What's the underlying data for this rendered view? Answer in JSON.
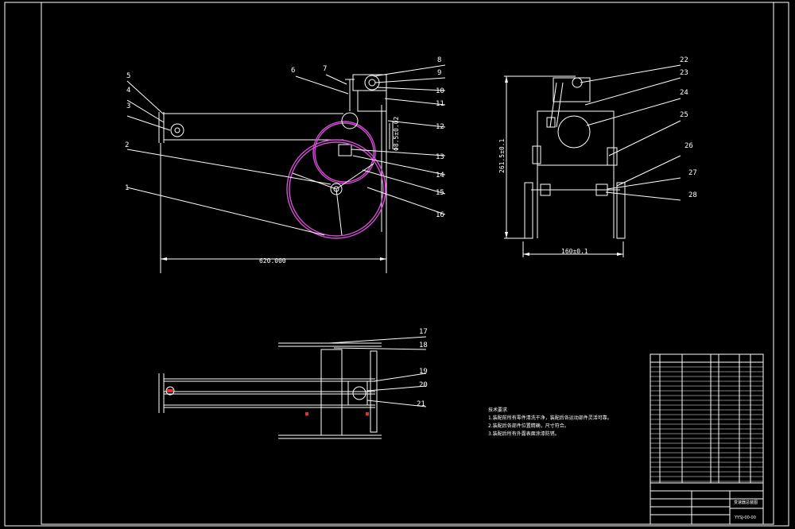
{
  "drawing": {
    "colors": {
      "background": "#000000",
      "lines": "#ffffff",
      "wheels": "#d24fd2",
      "accent": "#e03030"
    },
    "callouts_side_view": [
      "1",
      "2",
      "3",
      "4",
      "5",
      "6",
      "7",
      "8",
      "9",
      "10",
      "11",
      "12",
      "13",
      "14",
      "15",
      "16"
    ],
    "callouts_end_view": [
      "22",
      "23",
      "24",
      "25",
      "26",
      "27",
      "28"
    ],
    "callouts_top_view": [
      "17",
      "18",
      "19",
      "20",
      "21"
    ],
    "dimensions": {
      "overall_length": "620.000",
      "height": "261.5±0.1",
      "width": "160±0.1",
      "small_dim": "Φ8.5±0.02"
    },
    "notes": {
      "heading": "技术要求",
      "lines": [
        "1.装配前所有零件清洗干净，装配后各运动部件灵活可靠。",
        "2.装配后各部件位置精确，尺寸符合。",
        "3.装配后所有外露表面涂漆防锈。"
      ]
    },
    "title_block": {
      "name": "变速器总装图",
      "code": "YYSJ-00-00"
    }
  }
}
